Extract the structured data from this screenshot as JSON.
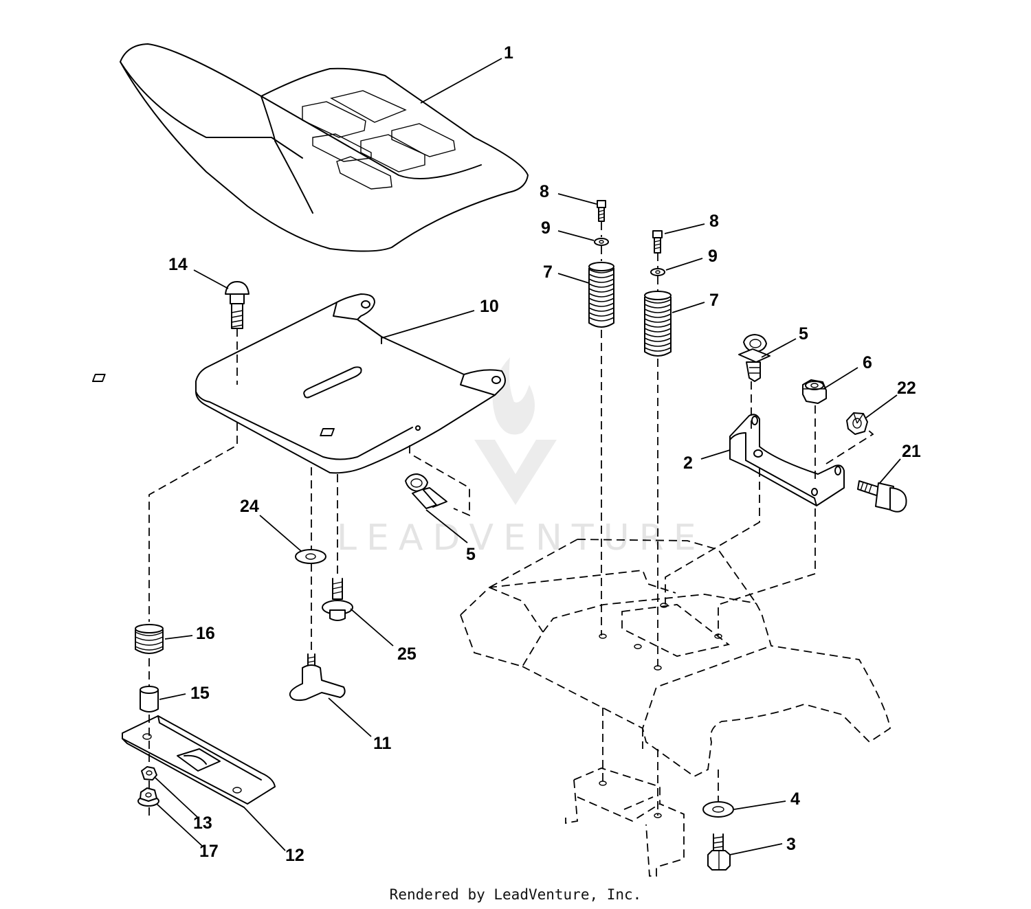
{
  "watermark": "LEADVENTURE",
  "credit": "Rendered by LeadVenture, Inc.",
  "callouts": [
    {
      "id": "c1",
      "label": "1"
    },
    {
      "id": "c14",
      "label": "14"
    },
    {
      "id": "c10",
      "label": "10"
    },
    {
      "id": "c8a",
      "label": "8"
    },
    {
      "id": "c9a",
      "label": "9"
    },
    {
      "id": "c7a",
      "label": "7"
    },
    {
      "id": "c8b",
      "label": "8"
    },
    {
      "id": "c9b",
      "label": "9"
    },
    {
      "id": "c7b",
      "label": "7"
    },
    {
      "id": "c5a",
      "label": "5"
    },
    {
      "id": "c6",
      "label": "6"
    },
    {
      "id": "c22",
      "label": "22"
    },
    {
      "id": "c2",
      "label": "2"
    },
    {
      "id": "c21",
      "label": "21"
    },
    {
      "id": "c24",
      "label": "24"
    },
    {
      "id": "c5b",
      "label": "5"
    },
    {
      "id": "c16",
      "label": "16"
    },
    {
      "id": "c25",
      "label": "25"
    },
    {
      "id": "c15",
      "label": "15"
    },
    {
      "id": "c11",
      "label": "11"
    },
    {
      "id": "c4",
      "label": "4"
    },
    {
      "id": "c3",
      "label": "3"
    },
    {
      "id": "c13",
      "label": "13"
    },
    {
      "id": "c17",
      "label": "17"
    },
    {
      "id": "c12",
      "label": "12"
    }
  ]
}
